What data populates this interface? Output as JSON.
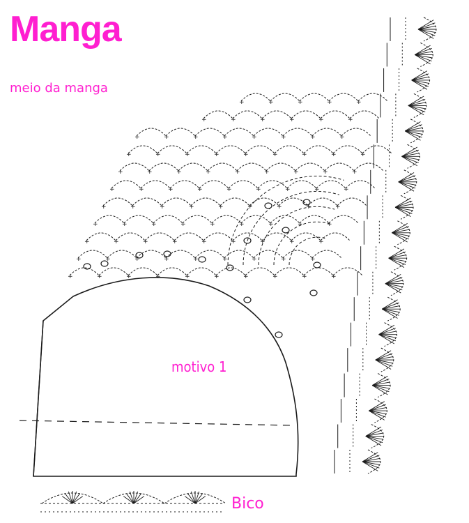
{
  "header": {
    "title": "Manga",
    "subtitle": "meio da manga"
  },
  "labels": {
    "motif": "motivo 1",
    "edging": "Bico"
  },
  "colors": {
    "accent": "#ff1fd0",
    "line": "#1a1a1a"
  }
}
